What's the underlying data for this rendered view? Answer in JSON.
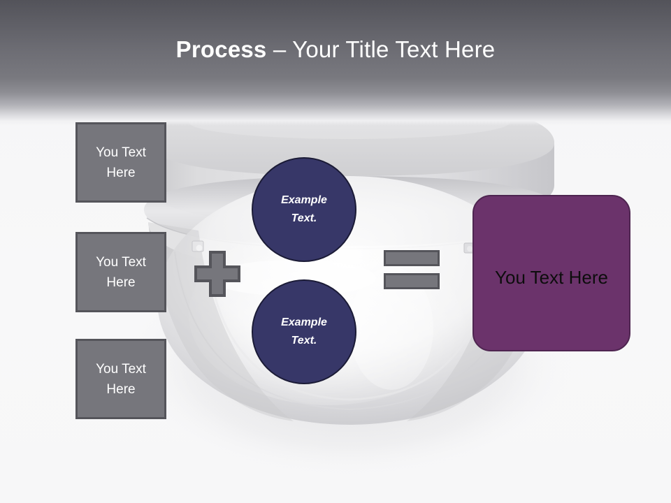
{
  "slide": {
    "title_strong": "Process",
    "title_rest": " – Your Title Text Here",
    "background_image": "smoke-detector-dome-photo"
  },
  "theme": {
    "header_top": "#53535a",
    "header_bottom": "#f0f0f2",
    "slide_background": "#f7f7f8",
    "step_box_fill": "#76767c",
    "step_box_border": "#55555b",
    "circle_fill": "#373768",
    "circle_border": "#1b1b36",
    "result_fill": "#6b336b",
    "result_border": "#4e2550",
    "operator_fill": "#76767c",
    "operator_border": "#55555b",
    "title_color": "#ffffff",
    "result_text_color": "#0d0d0d"
  },
  "steps": [
    {
      "label": "You Text Here"
    },
    {
      "label": "You Text Here"
    },
    {
      "label": "You Text Here"
    }
  ],
  "operators": {
    "plus": "+",
    "equals": "="
  },
  "nodes": [
    {
      "line1": "Example",
      "line2": "Text."
    },
    {
      "line1": "Example",
      "line2": "Text."
    }
  ],
  "result": {
    "label": "You Text Here"
  }
}
